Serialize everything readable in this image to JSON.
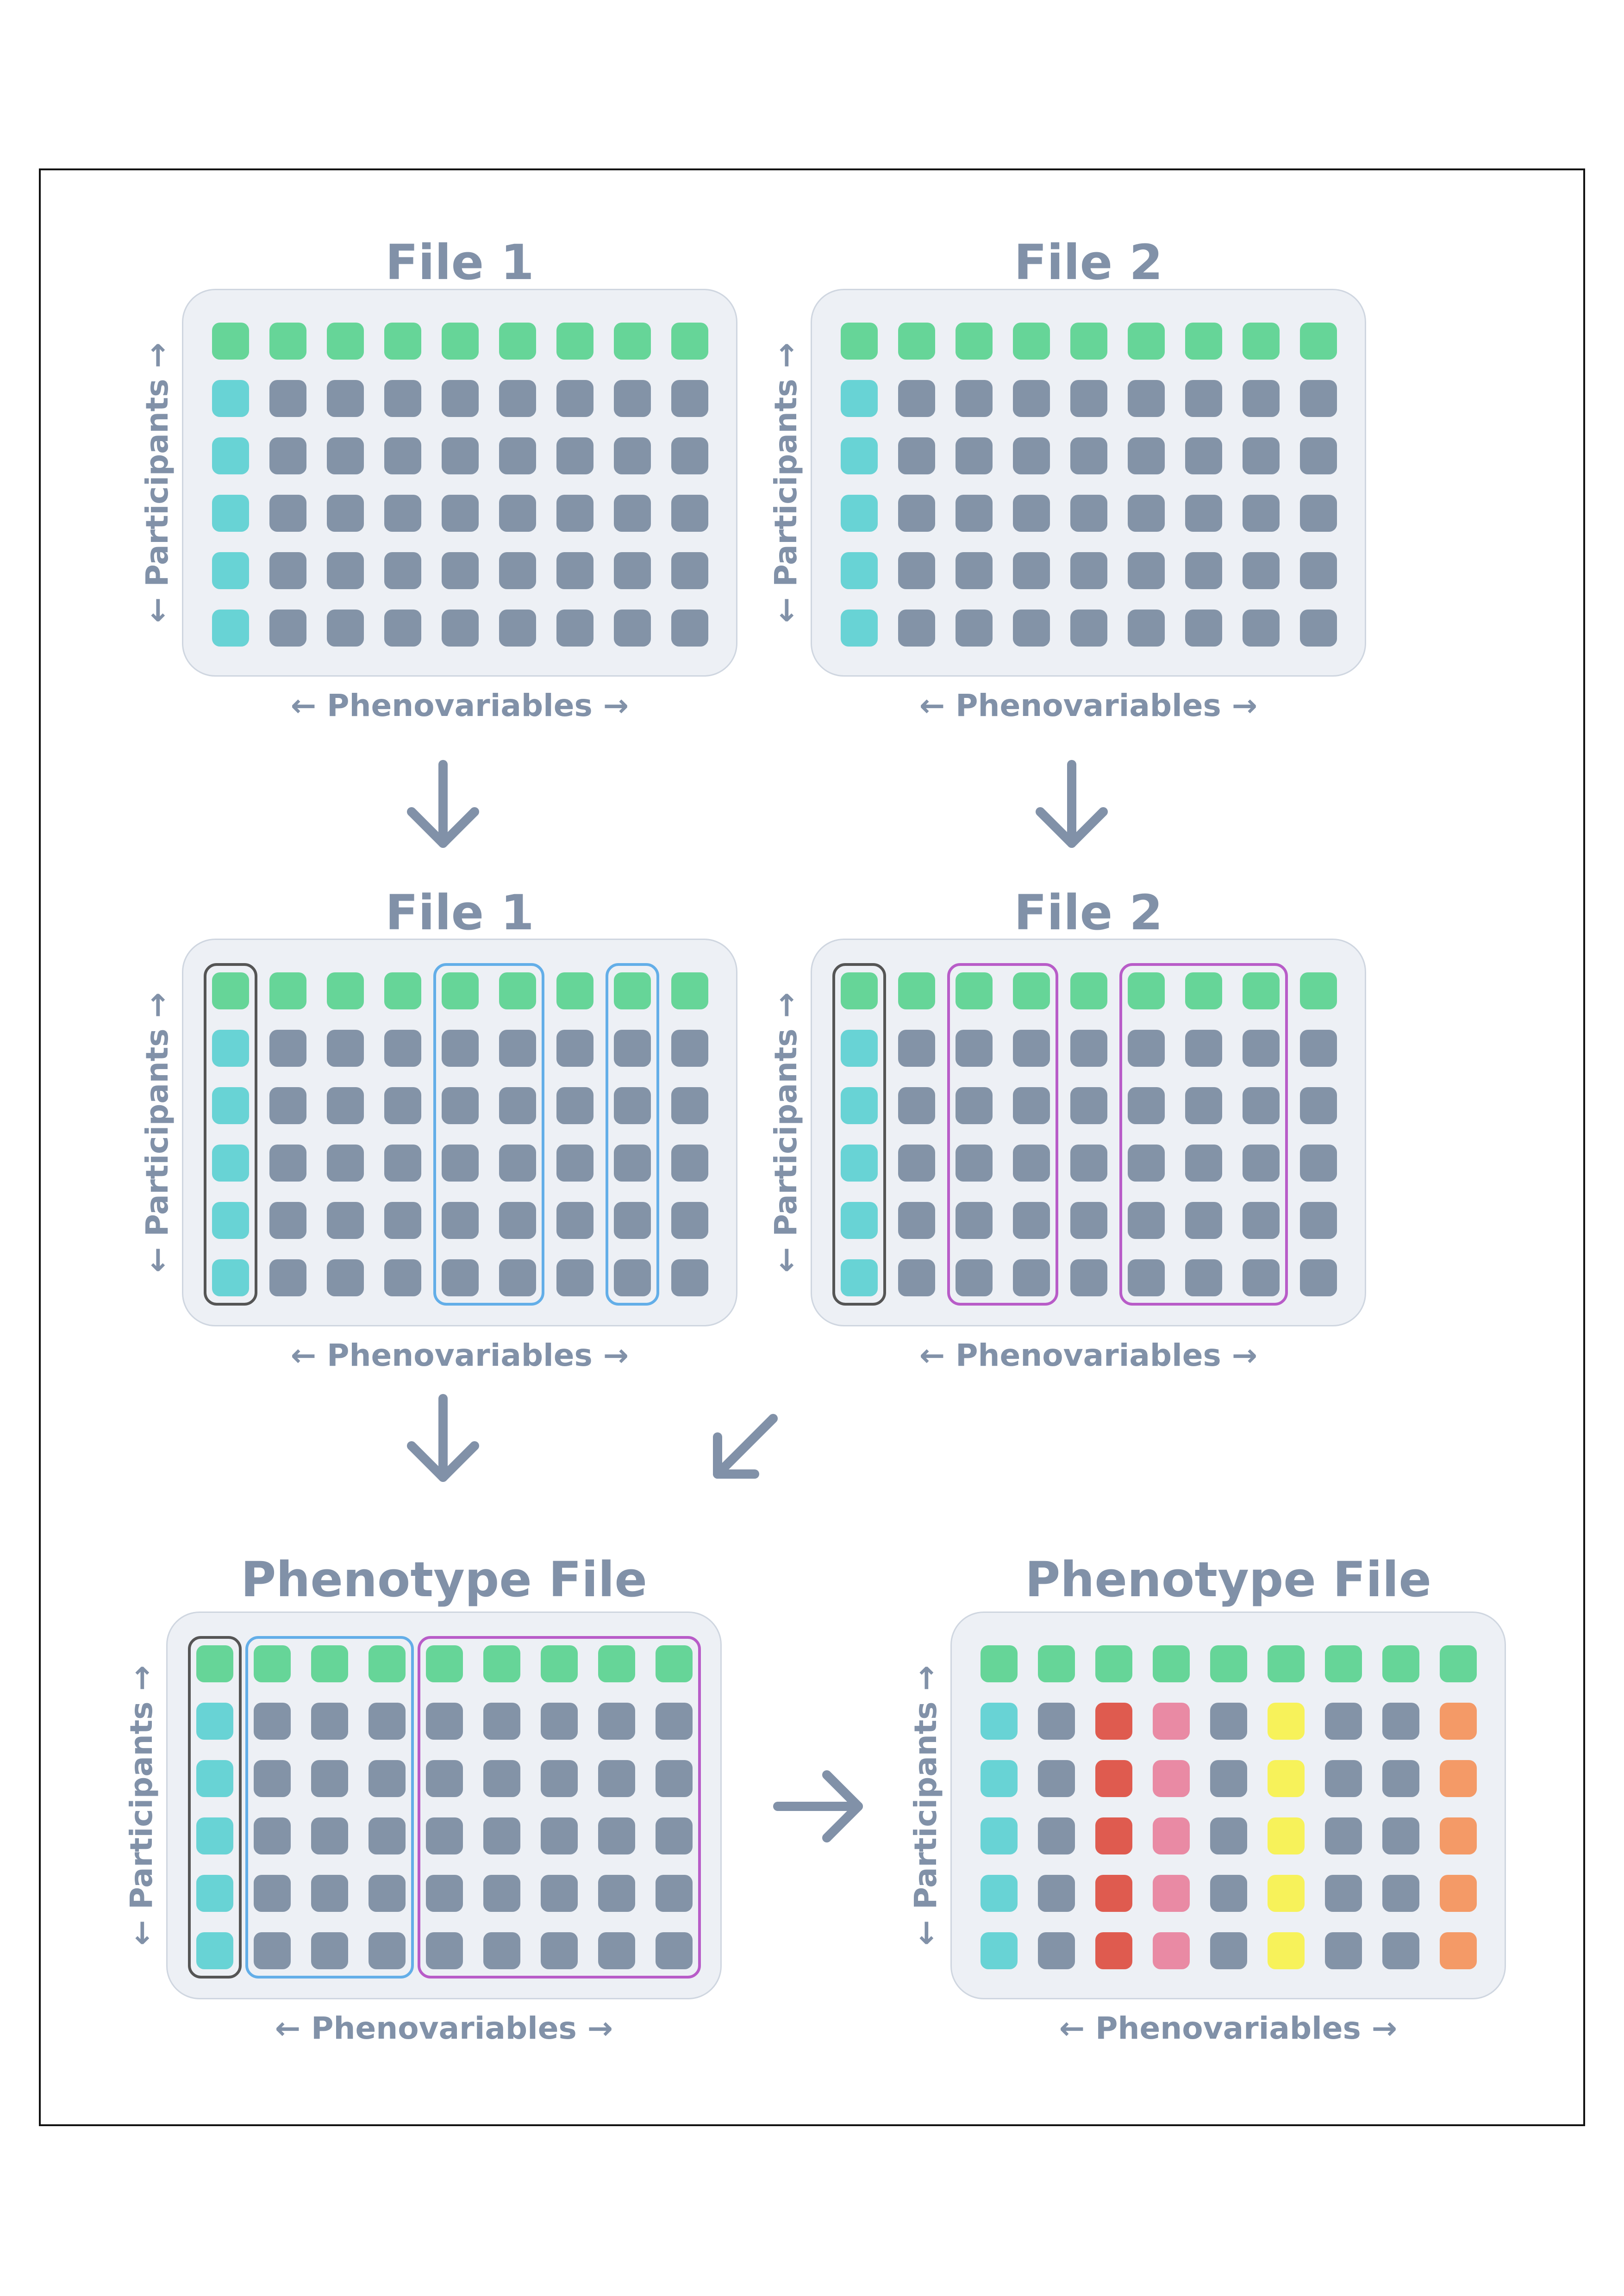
{
  "labels": {
    "x_axis": "← Phenovariables →",
    "y_axis": "← Participants →"
  },
  "colors": {
    "header": "#66d598",
    "id": "#68d3d5",
    "data": "#8393a7",
    "red": "#df5b4f",
    "pink": "#e98aa4",
    "yellow": "#f7f25a",
    "orange": "#f49a67",
    "group_black": "#555555",
    "group_blue": "#63aee8",
    "group_purple": "#b85cc8",
    "arrow": "#8191a8"
  },
  "panels": [
    {
      "id": "file1-raw",
      "title": "File 1",
      "columns": [
        "data",
        "data",
        "data",
        "data",
        "data",
        "data",
        "data",
        "data"
      ],
      "groups": []
    },
    {
      "id": "file2-raw",
      "title": "File 2",
      "columns": [
        "data",
        "data",
        "data",
        "data",
        "data",
        "data",
        "data",
        "data"
      ],
      "groups": []
    },
    {
      "id": "file1-selected",
      "title": "File 1",
      "columns": [
        "data",
        "data",
        "data",
        "data",
        "data",
        "data",
        "data",
        "data"
      ],
      "groups": [
        {
          "color": "group_black",
          "from": 0,
          "to": 0
        },
        {
          "color": "group_blue",
          "from": 4,
          "to": 5
        },
        {
          "color": "group_blue",
          "from": 7,
          "to": 7
        }
      ]
    },
    {
      "id": "file2-selected",
      "title": "File 2",
      "columns": [
        "data",
        "data",
        "data",
        "data",
        "data",
        "data",
        "data",
        "data"
      ],
      "groups": [
        {
          "color": "group_black",
          "from": 0,
          "to": 0
        },
        {
          "color": "group_purple",
          "from": 2,
          "to": 3
        },
        {
          "color": "group_purple",
          "from": 5,
          "to": 7
        }
      ]
    },
    {
      "id": "phenotype-merged",
      "title": "Phenotype File",
      "columns": [
        "data",
        "data",
        "data",
        "data",
        "data",
        "data",
        "data",
        "data"
      ],
      "groups": [
        {
          "color": "group_black",
          "from": 0,
          "to": 0
        },
        {
          "color": "group_blue",
          "from": 1,
          "to": 3
        },
        {
          "color": "group_purple",
          "from": 4,
          "to": 8
        }
      ]
    },
    {
      "id": "phenotype-final",
      "title": "Phenotype File",
      "columns": [
        "data",
        "red",
        "pink",
        "data",
        "yellow",
        "data",
        "data",
        "orange"
      ],
      "groups": []
    }
  ],
  "arrows": [
    {
      "id": "arrow-file1-down",
      "direction": "down"
    },
    {
      "id": "arrow-file2-down",
      "direction": "down"
    },
    {
      "id": "arrow-file1-to-phenotype",
      "direction": "down"
    },
    {
      "id": "arrow-file2-to-phenotype",
      "direction": "down-left"
    },
    {
      "id": "arrow-phenotype-to-final",
      "direction": "right"
    }
  ]
}
